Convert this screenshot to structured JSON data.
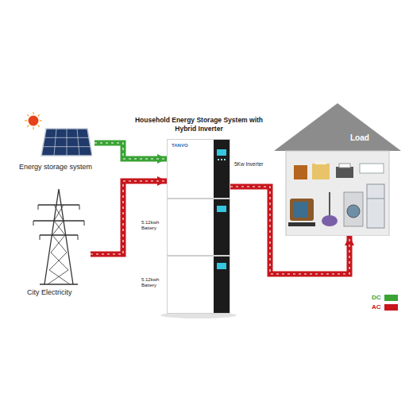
{
  "diagram": {
    "title": "Household Energy Storage System with Hybrid Inverter",
    "nodes": [
      {
        "text": [
          "Energy storage system"
        ]
      },
      {
        "text": [
          "City Electricity"
        ]
      },
      {
        "text": [
          "TANVO",
          "5Kw Inverter"
        ]
      },
      {
        "text": [
          "5.12kwh Battery"
        ]
      },
      {
        "text": [
          "5.12kwh Battery"
        ]
      },
      {
        "text": [
          "Load"
        ]
      }
    ],
    "edges": [
      {
        "from": 0,
        "to": 2,
        "arrow": "to"
      },
      {
        "from": 1,
        "to": 2,
        "arrow": "to"
      },
      {
        "from": 2,
        "to": 5,
        "arrow": "to"
      }
    ],
    "legend": [
      {
        "text": "DC",
        "color": "#3aa335"
      },
      {
        "text": "AC",
        "color": "#c8161d"
      }
    ]
  }
}
